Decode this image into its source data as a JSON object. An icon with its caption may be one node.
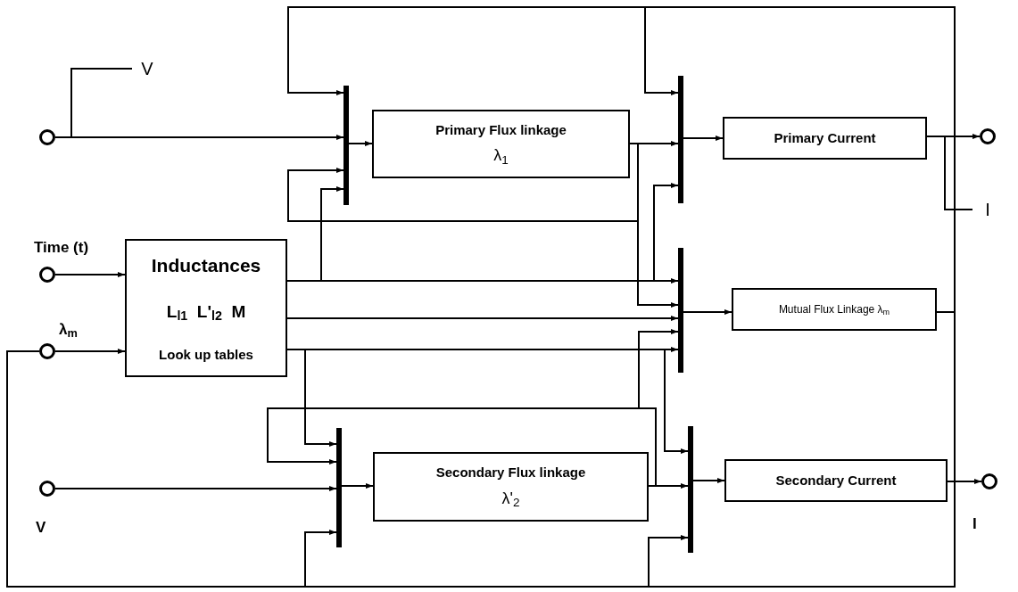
{
  "diagram": {
    "nodes": [
      {
        "text": [],
        "shape": "circle"
      },
      {
        "text": [
          "V"
        ]
      },
      {
        "text": [],
        "shape": "circle",
        "beside": [
          "Time (t)"
        ]
      },
      {
        "text": [],
        "shape": "circle",
        "beside": [
          "λ$_{m}$"
        ]
      },
      {
        "text": [],
        "shape": "circle",
        "beside": [
          "V"
        ]
      },
      {
        "text": [
          "Inductances",
          "L$_{l1}$  L'$_{l2}$  M",
          "Look up tables"
        ]
      },
      {
        "text": [],
        "shape": "bar"
      },
      {
        "text": [
          "Primary Flux linkage",
          "λ$_{1}$"
        ]
      },
      {
        "text": [],
        "shape": "bar"
      },
      {
        "text": [
          "Primary Current"
        ]
      },
      {
        "text": [],
        "shape": "circle"
      },
      {
        "text": [
          "I"
        ]
      },
      {
        "text": [],
        "shape": "bar"
      },
      {
        "text": [
          "Mutual Flux Linkage λ$_{m}$"
        ]
      },
      {
        "text": [],
        "shape": "bar"
      },
      {
        "text": [
          "Secondary Flux linkage",
          "λ'$_{2}$"
        ]
      },
      {
        "text": [],
        "shape": "bar"
      },
      {
        "text": [
          "Secondary Current"
        ]
      },
      {
        "text": [],
        "shape": "circle",
        "beside": [
          "I"
        ]
      }
    ],
    "edges": [
      {
        "from": 0,
        "to": 6,
        "arrow": "to"
      },
      {
        "from": 1,
        "to": 0,
        "arrow": "none"
      },
      {
        "from": 2,
        "to": 5,
        "arrow": "to"
      },
      {
        "from": 3,
        "to": 5,
        "arrow": "to"
      },
      {
        "from": 4,
        "to": 14,
        "arrow": "to"
      },
      {
        "from": 6,
        "to": 7,
        "arrow": "to"
      },
      {
        "from": 7,
        "to": 8,
        "arrow": "to"
      },
      {
        "from": 8,
        "to": 9,
        "arrow": "to"
      },
      {
        "from": 9,
        "to": 10,
        "arrow": "to"
      },
      {
        "from": 9,
        "to": 11,
        "arrow": "none"
      },
      {
        "from": 12,
        "to": 13,
        "arrow": "to"
      },
      {
        "from": 14,
        "to": 15,
        "arrow": "to"
      },
      {
        "from": 15,
        "to": 16,
        "arrow": "to"
      },
      {
        "from": 16,
        "to": 17,
        "arrow": "to"
      },
      {
        "from": 17,
        "to": 18,
        "arrow": "to"
      },
      {
        "from": 13,
        "to": 6,
        "arrow": "to"
      },
      {
        "from": 13,
        "to": 8,
        "arrow": "to"
      },
      {
        "from": 13,
        "to": 3,
        "arrow": "none"
      },
      {
        "from": 13,
        "to": 14,
        "arrow": "to"
      },
      {
        "from": 13,
        "to": 16,
        "arrow": "to"
      },
      {
        "from": 7,
        "to": 6,
        "arrow": "to"
      },
      {
        "from": 7,
        "to": 12,
        "arrow": "to"
      },
      {
        "from": 5,
        "to": 6,
        "arrow": "to"
      },
      {
        "from": 5,
        "to": 8,
        "arrow": "to"
      },
      {
        "from": 5,
        "to": 12,
        "arrow": "to"
      },
      {
        "from": 5,
        "to": 12,
        "arrow": "to"
      },
      {
        "from": 5,
        "to": 12,
        "arrow": "to"
      },
      {
        "from": 5,
        "to": 14,
        "arrow": "to"
      },
      {
        "from": 5,
        "to": 16,
        "arrow": "to"
      },
      {
        "from": 15,
        "to": 12,
        "arrow": "to"
      },
      {
        "from": 15,
        "to": 14,
        "arrow": "to"
      }
    ]
  }
}
